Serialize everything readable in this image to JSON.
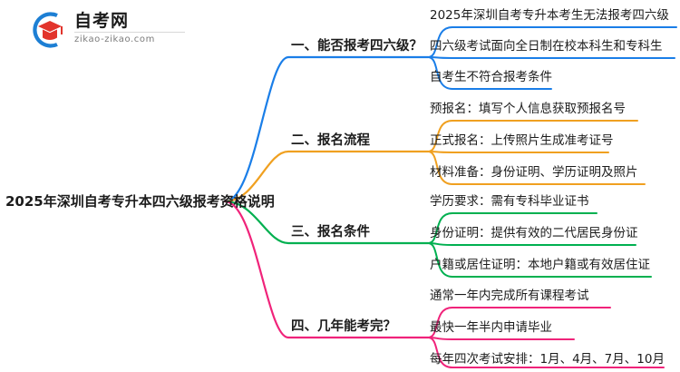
{
  "logo": {
    "name_cn": "自考网",
    "url": "zikao-zikao.com",
    "mark_icon": "graduation-cap-logo-icon",
    "arc_color": "#1d7fd4",
    "cap_color": "#e2342c"
  },
  "mindmap": {
    "root": {
      "label": "2025年深圳自考专升本四六级报考资格说明"
    },
    "branches": [
      {
        "index": 1,
        "label": "一、能否报考四六级？",
        "color": "#1a7ee8",
        "children": [
          {
            "label": "2025年深圳自考专升本考生无法报考四六级"
          },
          {
            "label": "四六级考试面向全日制在校本科生和专科生"
          },
          {
            "label": "自考生不符合报考条件"
          }
        ]
      },
      {
        "index": 2,
        "label": "二、报名流程",
        "color": "#f0a020",
        "children": [
          {
            "label": "预报名：填写个人信息获取预报名号"
          },
          {
            "label": "正式报名：上传照片生成准考证号"
          },
          {
            "label": "材料准备：身份证明、学历证明及照片"
          }
        ]
      },
      {
        "index": 3,
        "label": "三、报名条件",
        "color": "#00b050",
        "children": [
          {
            "label": "学历要求：需有专科毕业证书"
          },
          {
            "label": "身份证明：提供有效的二代居民身份证"
          },
          {
            "label": "户籍或居住证明：本地户籍或有效居住证"
          }
        ]
      },
      {
        "index": 4,
        "label": "四、几年能考完？",
        "color": "#f0237a",
        "children": [
          {
            "label": "通常一年内完成所有课程考试"
          },
          {
            "label": "最快一年半内申请毕业"
          },
          {
            "label": "每年四次考试安排：1月、4月、7月、10月"
          }
        ]
      }
    ]
  }
}
